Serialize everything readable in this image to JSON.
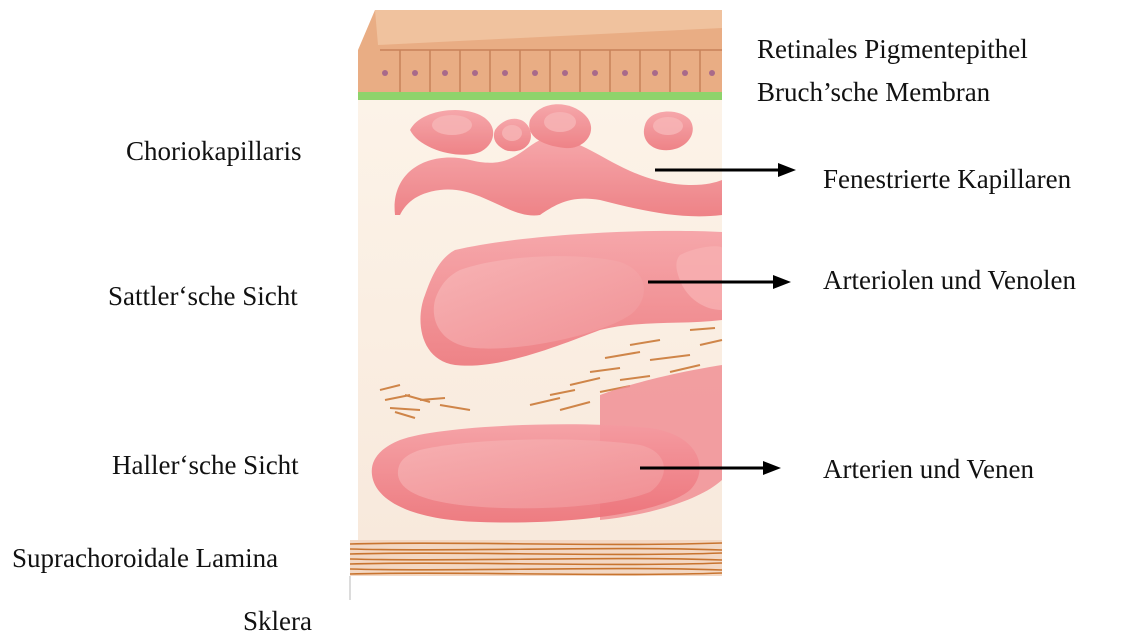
{
  "labels": {
    "rpe": "Retinales Pigmentepithel",
    "bruch": "Bruch’sche Membran",
    "choriokapillaris": "Choriokapillaris",
    "sattler": "Sattler‘sche Sicht",
    "haller": "Haller‘sche Sicht",
    "suprachoroidal": "Suprachoroidale Lamina",
    "sklera": "Sklera",
    "fenestrated": "Fenestrierte Kapillaren",
    "arteriolen": "Arteriolen und Venolen",
    "arterien": "Arterien und Venen"
  },
  "colors": {
    "rpe": "#e2a277",
    "bruch": "#8fd36b",
    "vessel": "#f07f86",
    "stroma": "#fbf1e6",
    "fibers": "#c8742f"
  }
}
